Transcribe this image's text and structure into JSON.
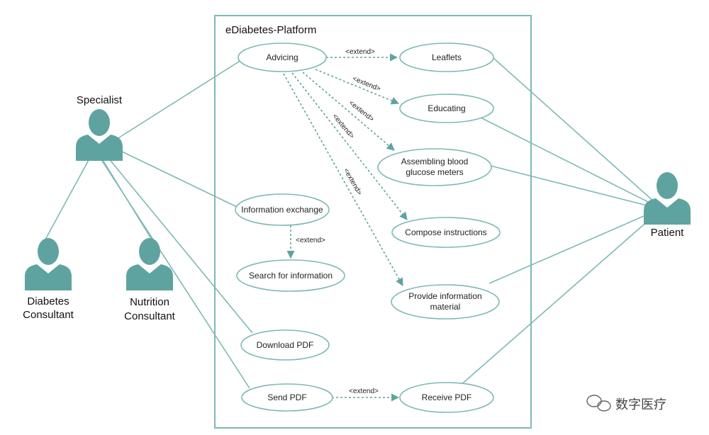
{
  "system": {
    "title": "eDiabetes-Platform"
  },
  "actors": {
    "specialist": "Specialist",
    "diabetes_consultant": [
      "Diabetes",
      "Consultant"
    ],
    "nutrition_consultant": [
      "Nutrition",
      "Consultant"
    ],
    "patient": "Patient"
  },
  "use_cases": {
    "advicing": "Advicing",
    "leaflets": "Leaflets",
    "educating": "Educating",
    "assembling": [
      "Assembling blood",
      "glucose meters"
    ],
    "information_exchange": "Information exchange",
    "compose_instructions": "Compose instructions",
    "search_information": "Search for information",
    "provide_material": [
      "Provide information",
      "material"
    ],
    "download_pdf": "Download PDF",
    "send_pdf": "Send PDF",
    "receive_pdf": "Receive PDF"
  },
  "relations": {
    "extend_label": "<extend>"
  },
  "watermark": "数字医疗",
  "colors": {
    "teal": "#5fa3a0",
    "border": "#7fb8b5"
  }
}
